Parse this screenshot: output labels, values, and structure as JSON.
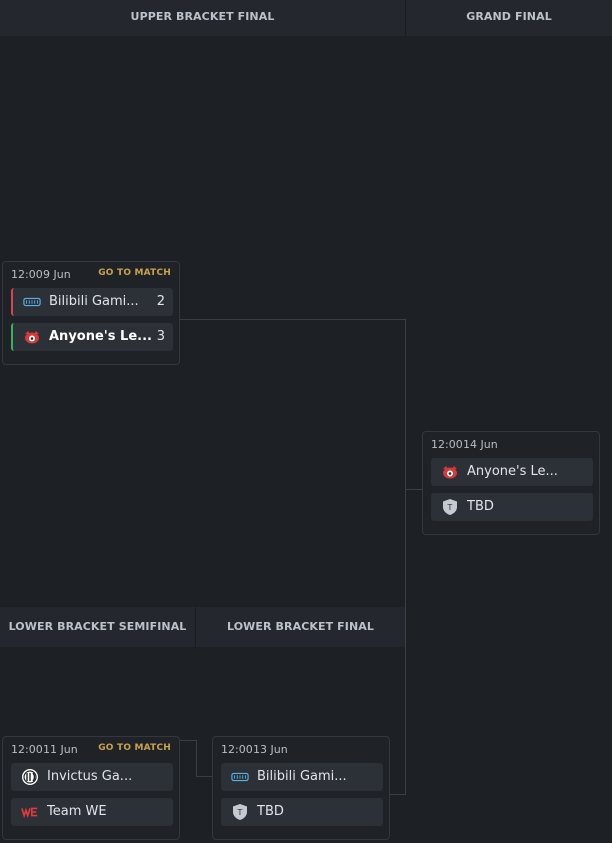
{
  "headers": {
    "upper_final": "UPPER BRACKET FINAL",
    "grand_final": "GRAND FINAL",
    "lower_semifinal": "LOWER BRACKET SEMIFINAL",
    "lower_final": "LOWER BRACKET FINAL"
  },
  "matches": {
    "upper_final": {
      "time": "12:00",
      "date": "9 Jun",
      "goto": "GO TO MATCH",
      "team1": {
        "name": "Bilibili Gami...",
        "score": "2",
        "logo": "bilibili-gaming-logo",
        "result": "loss"
      },
      "team2": {
        "name": "Anyone's Le...",
        "score": "3",
        "logo": "anyones-legend-logo",
        "result": "win"
      }
    },
    "grand_final": {
      "time": "12:00",
      "date": "14 Jun",
      "team1": {
        "name": "Anyone's Le...",
        "logo": "anyones-legend-logo"
      },
      "team2": {
        "name": "TBD",
        "logo": "tbd-shield-icon"
      }
    },
    "lower_semifinal": {
      "time": "12:00",
      "date": "11 Jun",
      "goto": "GO TO MATCH",
      "team1": {
        "name": "Invictus Ga...",
        "logo": "invictus-gaming-logo"
      },
      "team2": {
        "name": "Team WE",
        "logo": "team-we-logo"
      }
    },
    "lower_final": {
      "time": "12:00",
      "date": "13 Jun",
      "team1": {
        "name": "Bilibili Gami...",
        "logo": "bilibili-gaming-logo"
      },
      "team2": {
        "name": "TBD",
        "logo": "tbd-shield-icon"
      }
    }
  },
  "colors": {
    "background": "#1d2025",
    "header_bg": "#24272d",
    "accent_gold": "#c9a34a",
    "win": "#3fae61",
    "loss": "#d8474f"
  }
}
